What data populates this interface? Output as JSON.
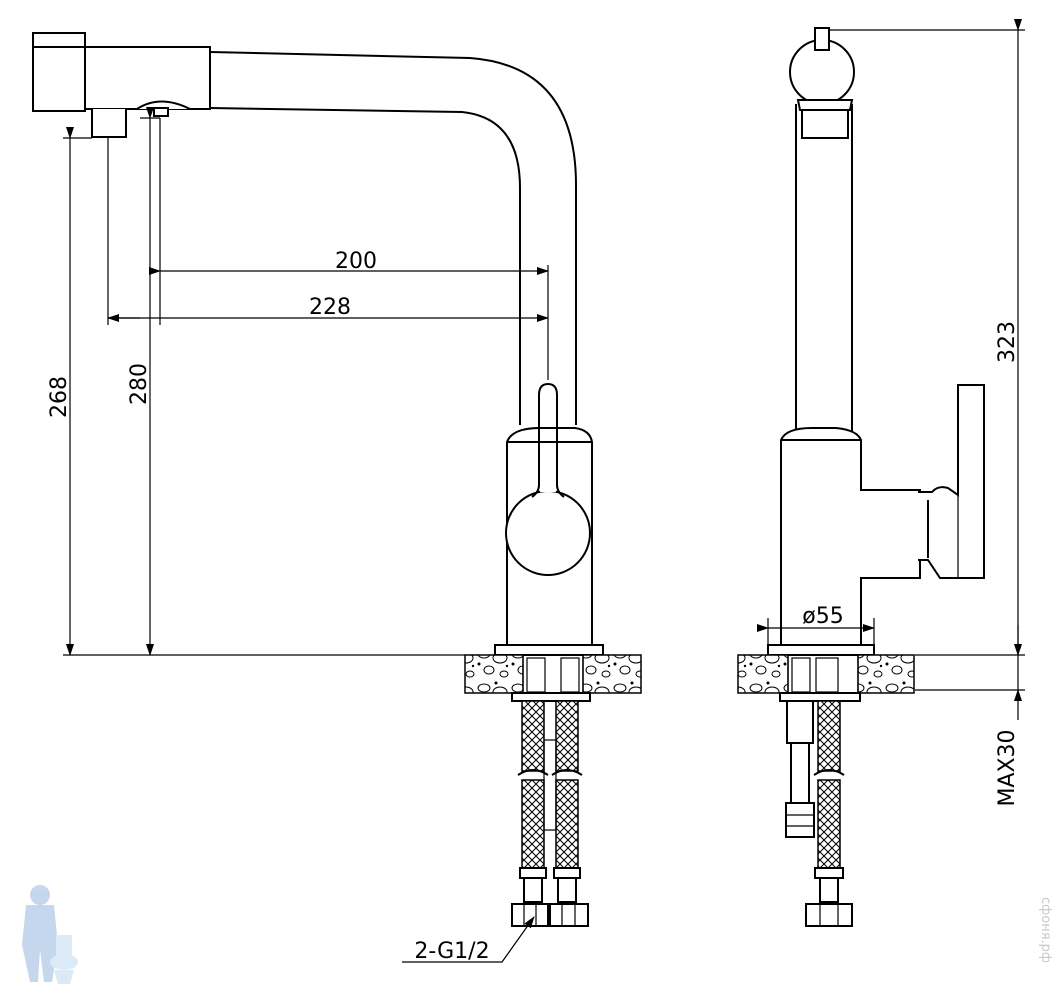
{
  "dimensions": {
    "d200": "200",
    "d228": "228",
    "d268": "268",
    "d280": "280",
    "d323": "323",
    "d55": "ø55",
    "max30": "MAX30",
    "thread": "2-G1/2"
  },
  "watermark": {
    "text": "сфоня.рф"
  }
}
